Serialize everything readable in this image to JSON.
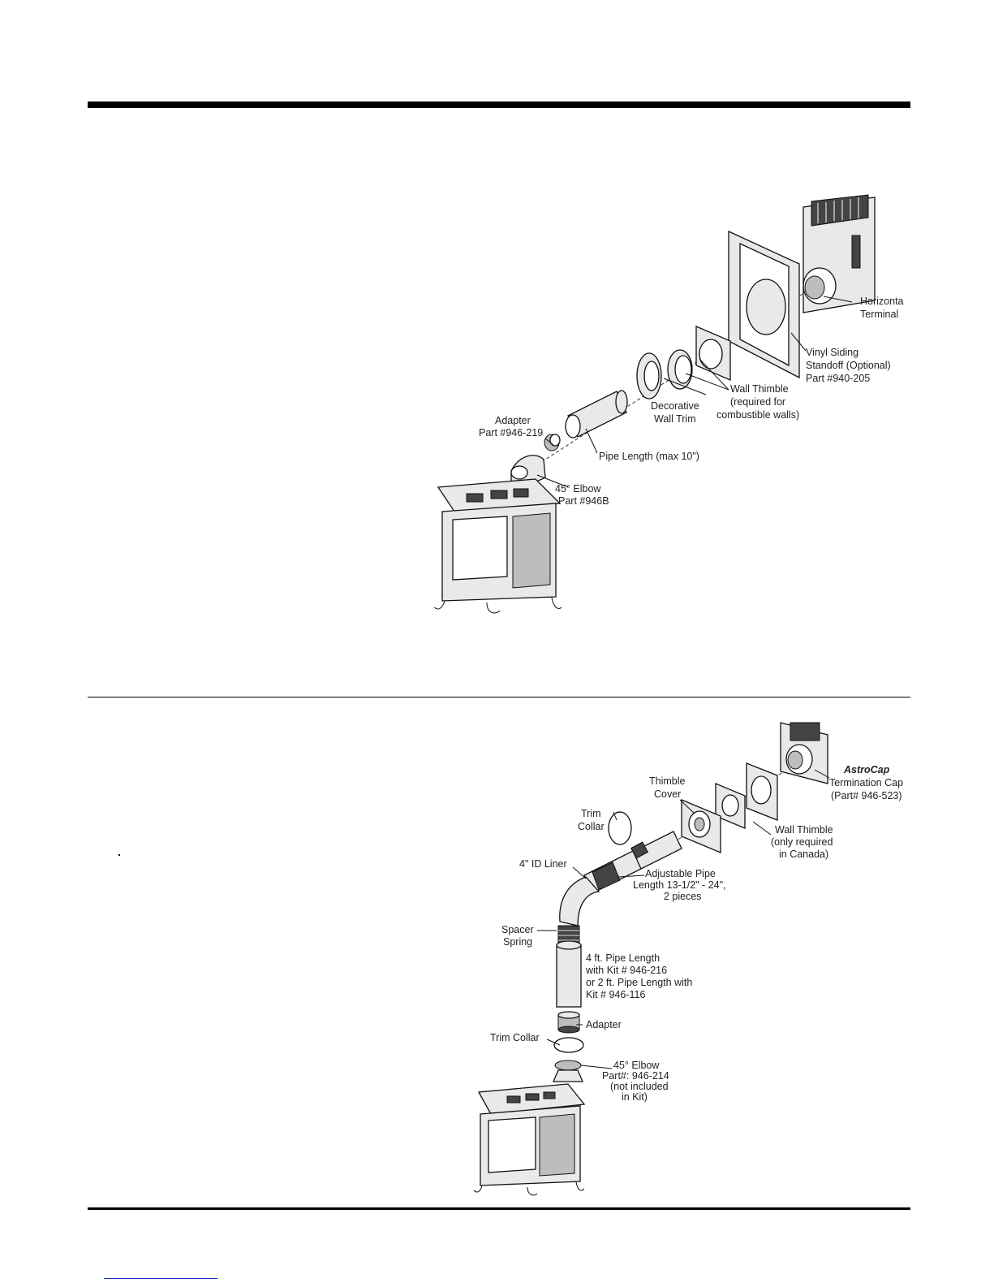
{
  "figure1": {
    "labels": {
      "horizontal_terminal": [
        "Horizonta",
        "Terminal"
      ],
      "vinyl_siding": [
        "Vinyl Siding",
        "Standoff (Optional)",
        "Part #940-205"
      ],
      "wall_thimble": [
        "Wall Thimble",
        "(required for",
        "combustible walls)"
      ],
      "decorative_trim": [
        "Decorative",
        "Wall Trim"
      ],
      "adapter": [
        "Adapter",
        "Part #946-219"
      ],
      "pipe_length": "Pipe Length (max 10\")",
      "elbow": [
        "45° Elbow",
        "Part #946B"
      ]
    }
  },
  "figure2": {
    "labels": {
      "astrocap": [
        "AstroCap",
        "Termination Cap",
        "(Part# 946-523)"
      ],
      "thimble_cover": [
        "Thimble",
        "Cover"
      ],
      "trim_collar_top": [
        "Trim",
        "Collar"
      ],
      "wall_thimble": [
        "Wall Thimble",
        "(only required",
        "in Canada)"
      ],
      "liner": "4\" ID Liner",
      "adjustable_pipe": [
        "Adjustable Pipe",
        "Length 13-1/2\" - 24\",",
        "2 pieces"
      ],
      "spacer_spring": [
        "Spacer",
        "Spring"
      ],
      "pipe_kit": [
        "4 ft. Pipe Length",
        "with Kit # 946-216",
        "or 2 ft. Pipe Length with",
        "Kit # 946-116"
      ],
      "adapter": "Adapter",
      "trim_collar_bottom": "Trim Collar",
      "elbow": [
        "45° Elbow",
        "Part#: 946-214",
        "(not included",
        "in Kit)"
      ]
    }
  }
}
